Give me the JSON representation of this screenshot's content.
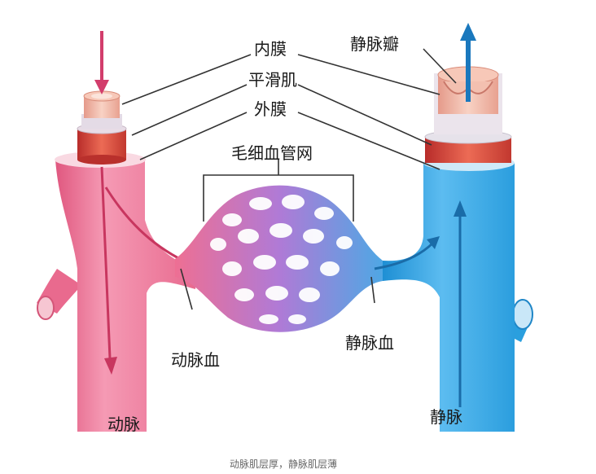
{
  "labels": {
    "intima": "内膜",
    "smooth_muscle": "平滑肌",
    "adventitia": "外膜",
    "venous_valve": "静脉瓣",
    "capillary_network": "毛细血管网",
    "arterial_blood": "动脉血",
    "venous_blood": "静脉血",
    "artery": "动脉",
    "vein": "静脉"
  },
  "caption": "动脉肌层厚，静脉肌层薄",
  "colors": {
    "artery": "#ee6f93",
    "artery_dark": "#c8365f",
    "vein": "#2a9fde",
    "vein_dark": "#1a6ca8",
    "muscle": "#d9433b",
    "intima": "#f1b7a6"
  }
}
